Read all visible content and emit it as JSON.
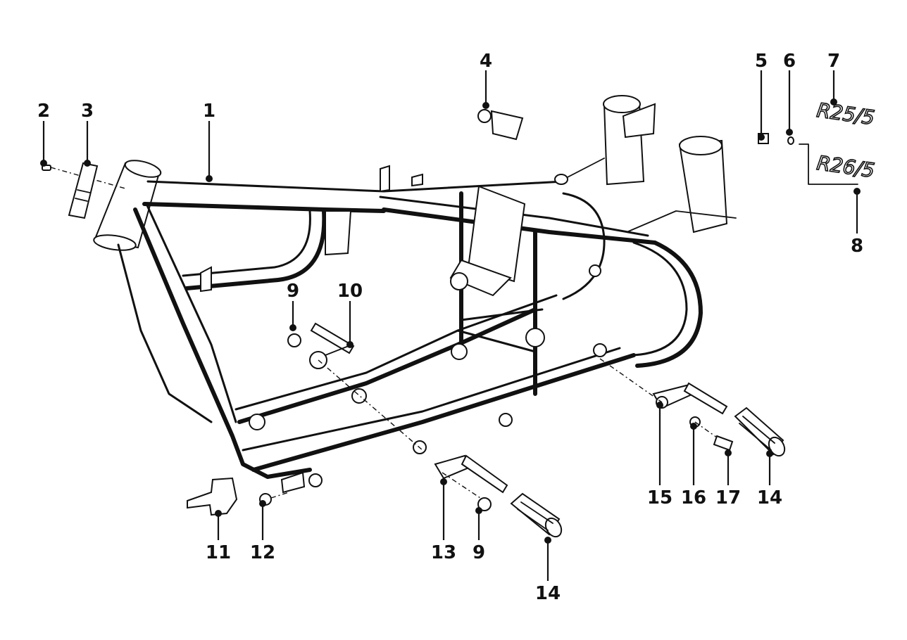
{
  "diagram": {
    "callouts": [
      {
        "id": "c1",
        "label": "1"
      },
      {
        "id": "c2",
        "label": "2"
      },
      {
        "id": "c3",
        "label": "3"
      },
      {
        "id": "c4",
        "label": "4"
      },
      {
        "id": "c5",
        "label": "5"
      },
      {
        "id": "c6",
        "label": "6"
      },
      {
        "id": "c7",
        "label": "7"
      },
      {
        "id": "c8",
        "label": "8"
      },
      {
        "id": "c9a",
        "label": "9"
      },
      {
        "id": "c10",
        "label": "10"
      },
      {
        "id": "c11",
        "label": "11"
      },
      {
        "id": "c12",
        "label": "12"
      },
      {
        "id": "c13",
        "label": "13"
      },
      {
        "id": "c9b",
        "label": "9"
      },
      {
        "id": "c14a",
        "label": "14"
      },
      {
        "id": "c15",
        "label": "15"
      },
      {
        "id": "c16",
        "label": "16"
      },
      {
        "id": "c17",
        "label": "17"
      },
      {
        "id": "c14b",
        "label": "14"
      }
    ],
    "badges": {
      "upper": "R25/5",
      "lower": "R26/5"
    }
  }
}
